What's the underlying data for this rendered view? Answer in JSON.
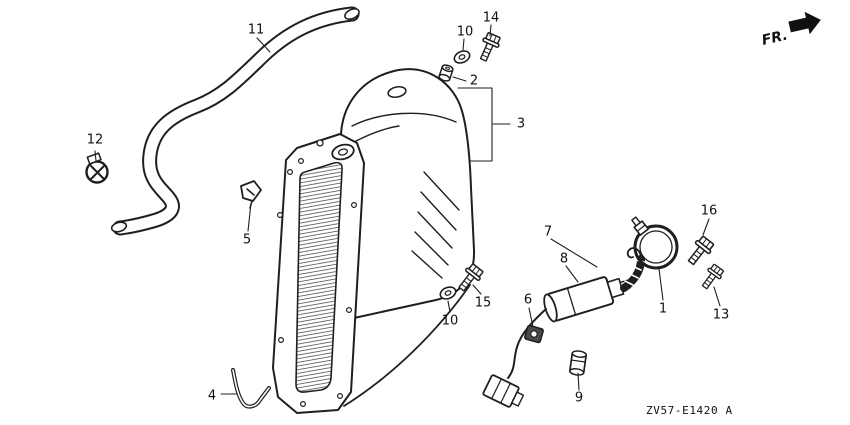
{
  "diagram": {
    "bg_color": "#ffffff",
    "line_color": "#1f1f1f",
    "fr_label": "FR.",
    "drawing_code": "ZV57-E1420 A",
    "callouts": {
      "c1": "1",
      "c2": "2",
      "c3": "3",
      "c4": "4",
      "c5": "5",
      "c6": "6",
      "c7": "7",
      "c8": "8",
      "c9": "9",
      "c10a": "10",
      "c10b": "10",
      "c11": "11",
      "c12": "12",
      "c13": "13",
      "c14": "14",
      "c15": "15",
      "c16": "16"
    }
  }
}
